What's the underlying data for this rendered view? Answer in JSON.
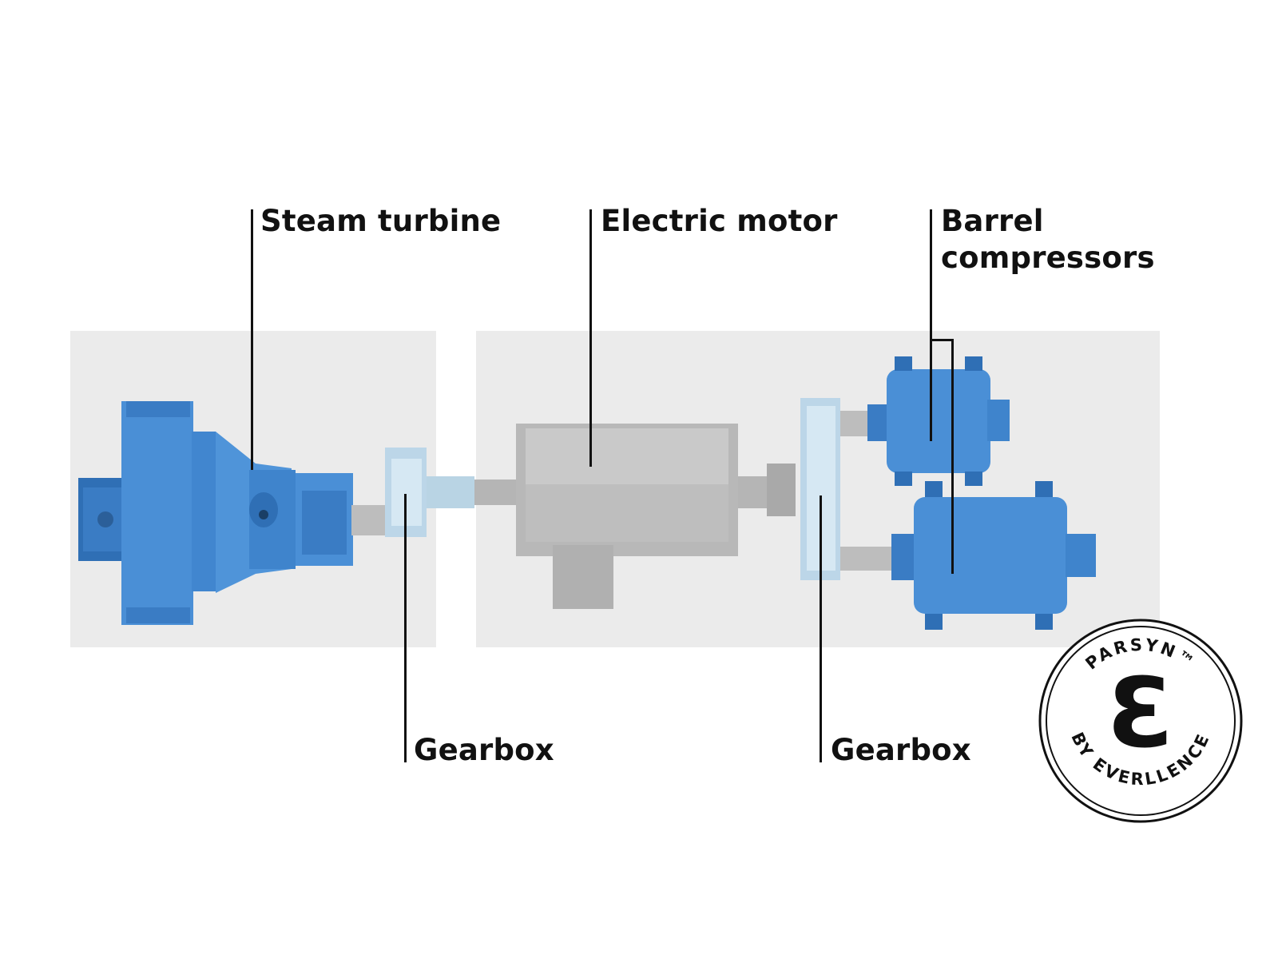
{
  "labels": {
    "steam_turbine": "Steam turbine",
    "electric_motor": "Electric motor",
    "barrel_compressors_line1": "Barrel",
    "barrel_compressors_line2": "compressors",
    "gearbox_left": "Gearbox",
    "gearbox_right": "Gearbox"
  },
  "seal": {
    "top_text": "PARSYN™",
    "bottom_text": "BY EVERLLENCE",
    "emblem": "Ɛ"
  },
  "colors": {
    "equipment_blue": "#4a8fd6",
    "equipment_blue_dark": "#2f6fb5",
    "gearbox_light": "#cfe3f0",
    "motor_gray": "#c4c4c4",
    "shaft_blue": "#b9d4e4",
    "base_plate": "#ebebeb",
    "line": "#111111"
  }
}
